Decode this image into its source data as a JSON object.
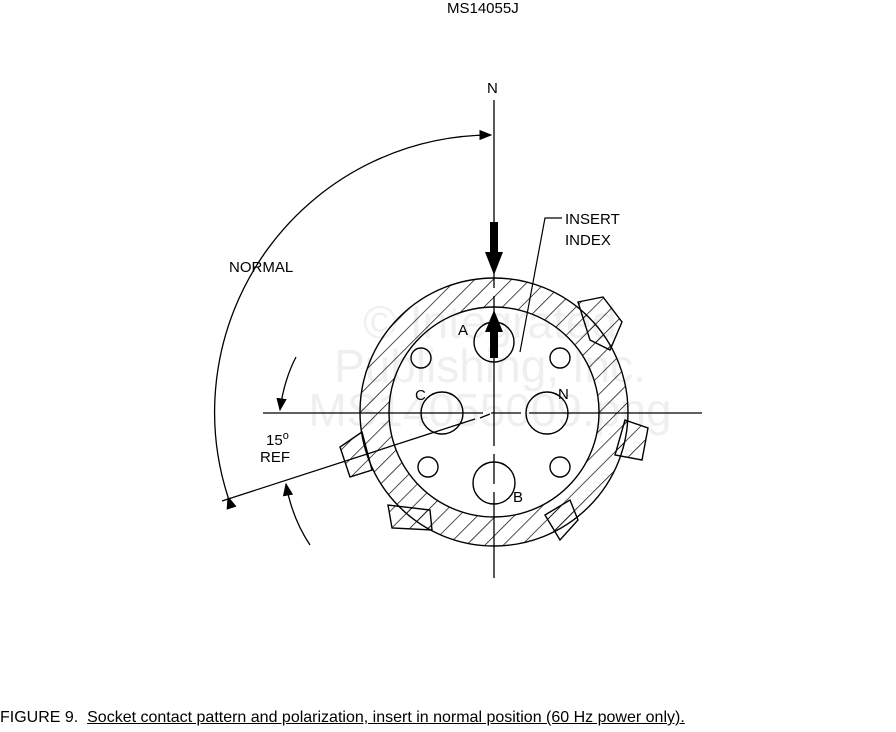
{
  "header": {
    "doc_id": "MS14055J"
  },
  "diagram": {
    "north_label": "N",
    "insert_index_label": [
      "INSERT",
      "INDEX"
    ],
    "normal_label": "NORMAL",
    "angle_label": "15",
    "angle_unit": "o",
    "ref_label": "REF",
    "contacts": [
      "A",
      "B",
      "C",
      "N"
    ]
  },
  "watermark": [
    "© Integrated",
    "Publishing, Inc.",
    "MS14055009.png"
  ],
  "caption": {
    "figure_number": "FIGURE 9.",
    "text": "Socket contact pattern and polarization, insert in normal position (60 Hz power only)."
  }
}
